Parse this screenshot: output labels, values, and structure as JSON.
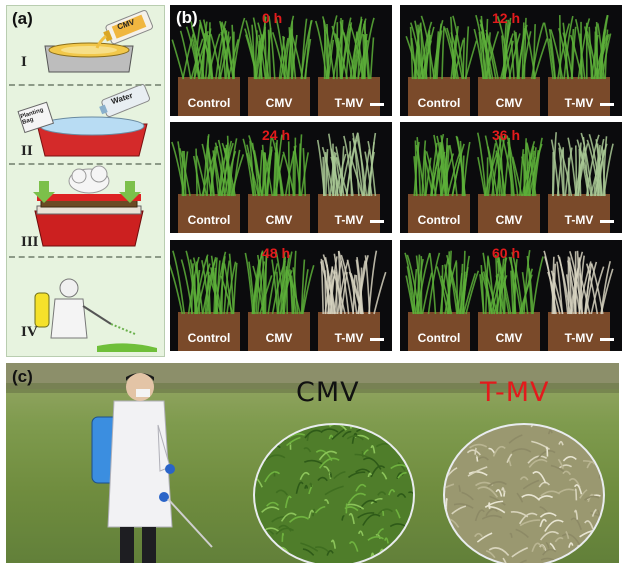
{
  "panel_a": {
    "label": "(a)",
    "steps": [
      "I",
      "II",
      "III",
      "IV"
    ],
    "bottle1": "CMV",
    "bottle2": "Water",
    "bag": "Planting Bag"
  },
  "panel_b": {
    "label": "(b)",
    "photos": [
      {
        "time": "0 h",
        "t_mv_state": "green"
      },
      {
        "time": "12 h",
        "t_mv_state": "green"
      },
      {
        "time": "24 h",
        "t_mv_state": "pale"
      },
      {
        "time": "36 h",
        "t_mv_state": "pale"
      },
      {
        "time": "48 h",
        "t_mv_state": "dry"
      },
      {
        "time": "60 h",
        "t_mv_state": "dry"
      }
    ],
    "pot_labels": [
      "Control",
      "CMV",
      "T-MV"
    ]
  },
  "panel_c": {
    "label": "(c)",
    "cmv_text": "CMV",
    "tmv_text": "T-MV",
    "cmv_color": "#111111",
    "tmv_color": "#e31a1c"
  }
}
